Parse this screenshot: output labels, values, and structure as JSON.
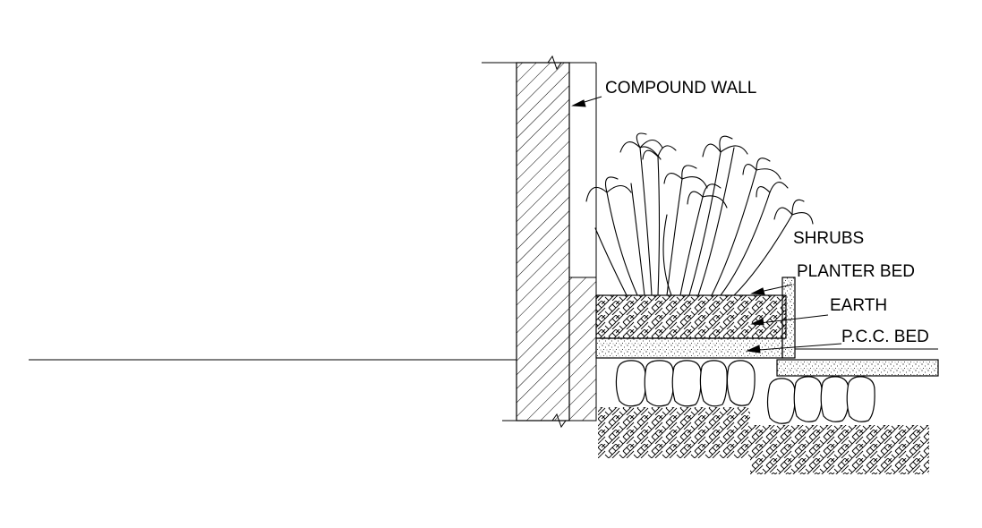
{
  "labels": {
    "compound_wall": "COMPOUND WALL",
    "shrubs": "SHRUBS",
    "planter_bed": "PLANTER BED",
    "earth": "EARTH",
    "pcc_bed": "P.C.C. BED"
  }
}
